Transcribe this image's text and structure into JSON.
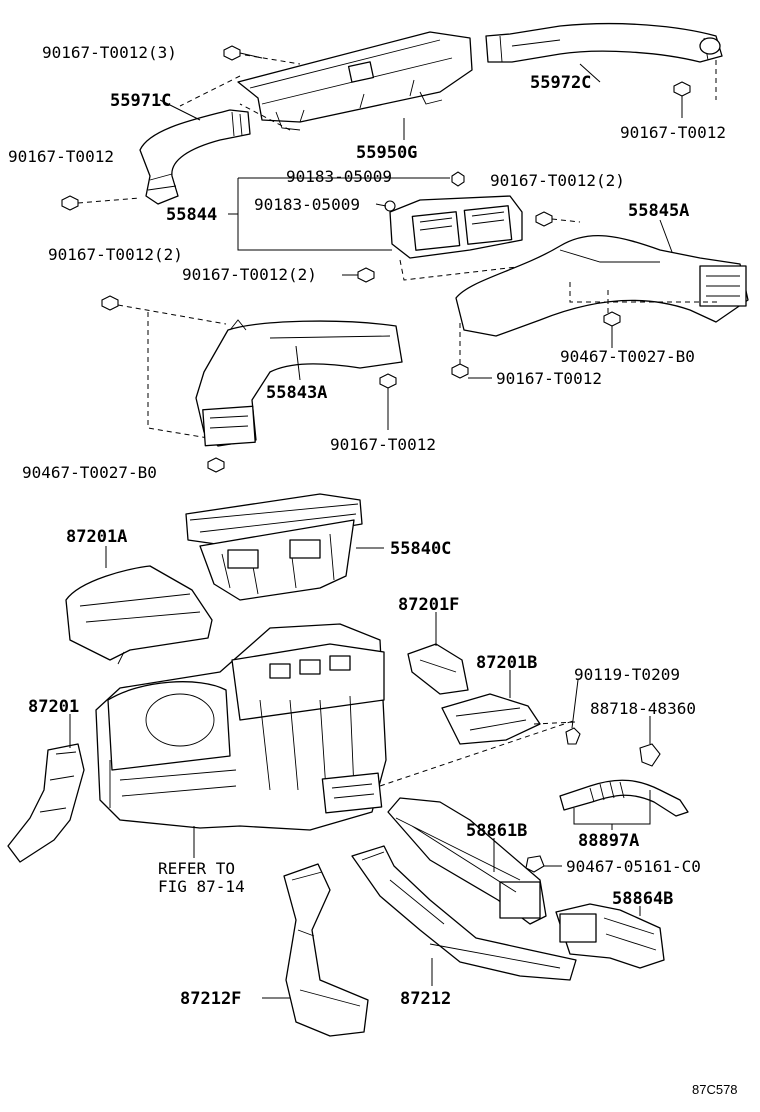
{
  "labels": {
    "l_90167_t0012_3": "90167-T0012(3)",
    "l_55971c": "55971C",
    "l_90167_t0012_a": "90167-T0012",
    "l_55972c": "55972C",
    "l_90167_t0012_b": "90167-T0012",
    "l_55950g": "55950G",
    "l_90183_05009_a": "90183-05009",
    "l_90183_05009_b": "90183-05009",
    "l_55844": "55844",
    "l_90167_t0012_2a": "90167-T0012(2)",
    "l_55845a": "55845A",
    "l_90167_t0012_2b": "90167-T0012(2)",
    "l_90167_t0012_2c": "90167-T0012(2)",
    "l_55843a": "55843A",
    "l_90467_t0027_b0_a": "90467-T0027-B0",
    "l_90167_t0012_c": "90167-T0012",
    "l_90167_t0012_d": "90167-T0012",
    "l_90467_t0027_b0_b": "90467-T0027-B0",
    "l_87201a": "87201A",
    "l_55840c": "55840C",
    "l_87201f": "87201F",
    "l_87201b": "87201B",
    "l_90119_t0209": "90119-T0209",
    "l_88718_48360": "88718-48360",
    "l_87201": "87201",
    "l_refer_to": "REFER TO",
    "l_fig": "FIG 87-14",
    "l_58861b": "58861B",
    "l_88897a": "88897A",
    "l_90467_05161_c0": "90467-05161-C0",
    "l_58864b": "58864B",
    "l_87212f": "87212F",
    "l_87212": "87212"
  },
  "figure_code": "87C578"
}
